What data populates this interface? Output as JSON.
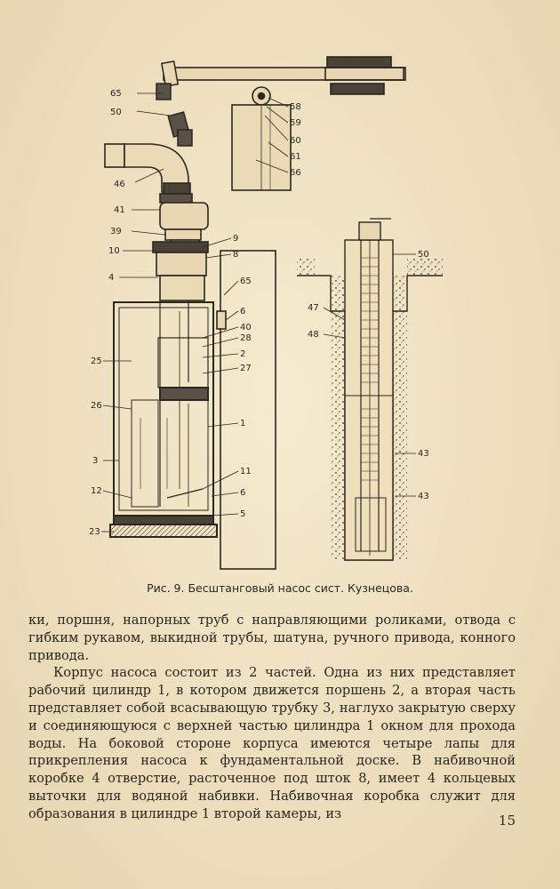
{
  "figure": {
    "labels_left": [
      "65",
      "50",
      "46",
      "41",
      "39",
      "10",
      "4",
      "25",
      "26",
      "3",
      "12",
      "23"
    ],
    "labels_right": [
      "58",
      "59",
      "60",
      "61",
      "66",
      "9",
      "8",
      "65",
      "6",
      "40",
      "28",
      "2",
      "27",
      "1",
      "11",
      "6",
      "5"
    ],
    "labels_well": [
      "50",
      "47",
      "48",
      "43",
      "43"
    ]
  },
  "caption": "Рис. 9. Бесштанговый насос сист. Кузнецова.",
  "paragraphs": [
    {
      "indent": false,
      "text": "ки, поршня, напорных труб с направляющими роликами, отвода с гибким рукавом, выкидной трубы, шатуна, ручного привода, конного привода."
    },
    {
      "indent": true,
      "text": "Корпус насоса состоит из 2 частей. Одна из них представляет рабочий цилиндр 1, в котором движется поршень 2, а вторая часть представляет собой всасывающую трубку 3, наглухо закрытую сверху и соединяющуюся с верхней частью цилиндра 1 окном для прохода воды. На боковой стороне корпуса имеются четыре лапы для прикрепления насоса к фундаментальной доске. В набивочной коробке 4 отверстие, расточенное под шток 8, имеет 4 кольцевых выточки для водяной набивки. Набивочная коробка служит для образования в цилиндре 1 второй камеры, из"
    }
  ],
  "page_number": "15"
}
